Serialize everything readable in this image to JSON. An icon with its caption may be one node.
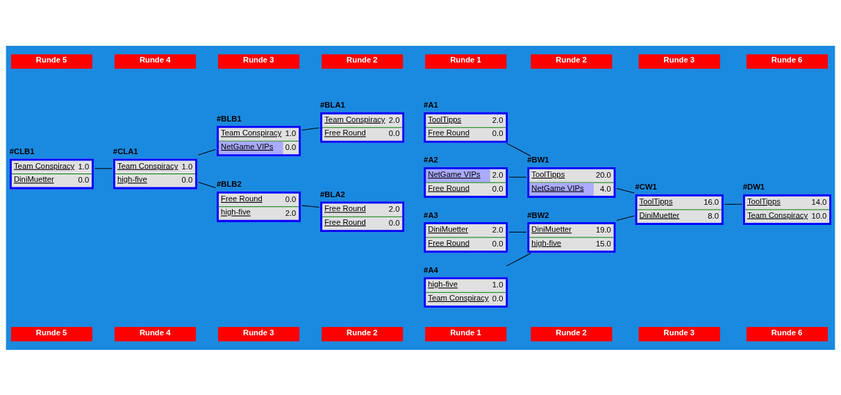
{
  "diagram": {
    "nodes": [
      {
        "text": [
          "#BLB1",
          "Team Conspiracy",
          "1.0",
          "NetGame VIPs",
          "0.0"
        ]
      },
      {
        "text": [
          "#BLA1",
          "Team Conspiracy",
          "2.0",
          "Free Round",
          "0.0"
        ]
      },
      {
        "text": [
          "#A1",
          "ToolTipps",
          "2.0",
          "Free Round",
          "0.0"
        ]
      },
      {
        "text": [
          "#BW1",
          "ToolTipps",
          "20.0",
          "NetGame VIPs",
          "4.0"
        ]
      },
      {
        "text": [
          "#CLB1",
          "Team Conspiracy",
          "1.0",
          "DiniMuetter",
          "0.0"
        ]
      },
      {
        "text": [
          "#CLA1",
          "Team Conspiracy",
          "1.0",
          "high-five",
          "0.0"
        ]
      },
      {
        "text": [
          "#A2",
          "NetGame VIPs",
          "2.0",
          "Free Round",
          "0.0"
        ]
      },
      {
        "text": [
          "#CW1",
          "ToolTipps",
          "16.0",
          "DiniMuetter",
          "8.0"
        ]
      },
      {
        "text": [
          "#DW1",
          "ToolTipps",
          "14.0",
          "Team Conspiracy",
          "10.0"
        ]
      },
      {
        "text": [
          "#BLB2",
          "Free Round",
          "0.0",
          "high-five",
          "2.0"
        ]
      },
      {
        "text": [
          "#BLA2",
          "Free Round",
          "2.0",
          "Free Round",
          "0.0"
        ]
      },
      {
        "text": [
          "#A3",
          "DiniMuetter",
          "2.0",
          "Free Round",
          "0.0"
        ]
      },
      {
        "text": [
          "#BW2",
          "DiniMuetter",
          "19.0",
          "high-five",
          "15.0"
        ]
      },
      {
        "text": [
          "#A4",
          "high-five",
          "1.0",
          "Team Conspiracy",
          "0.0"
        ]
      }
    ],
    "edges": [
      {
        "from": 2,
        "to": 3,
        "arrow": "none"
      },
      {
        "from": 6,
        "to": 3,
        "arrow": "none"
      },
      {
        "from": 11,
        "to": 12,
        "arrow": "none"
      },
      {
        "from": 13,
        "to": 12,
        "arrow": "none"
      },
      {
        "from": 3,
        "to": 7,
        "arrow": "none"
      },
      {
        "from": 12,
        "to": 7,
        "arrow": "none"
      },
      {
        "from": 7,
        "to": 8,
        "arrow": "none"
      },
      {
        "from": 0,
        "to": 1,
        "arrow": "none"
      },
      {
        "from": 9,
        "to": 10,
        "arrow": "none"
      },
      {
        "from": 5,
        "to": 0,
        "arrow": "none"
      },
      {
        "from": 5,
        "to": 9,
        "arrow": "none"
      },
      {
        "from": 4,
        "to": 5,
        "arrow": "none"
      }
    ],
    "labels": [
      "Runde 5",
      "Runde 4",
      "Runde 3",
      "Runde 2",
      "Runde 1",
      "Runde 2",
      "Runde 3",
      "Runde 6",
      "Runde 5",
      "Runde 4",
      "Runde 3",
      "Runde 2",
      "Runde 1",
      "Runde 2",
      "Runde 3",
      "Runde 6"
    ]
  }
}
